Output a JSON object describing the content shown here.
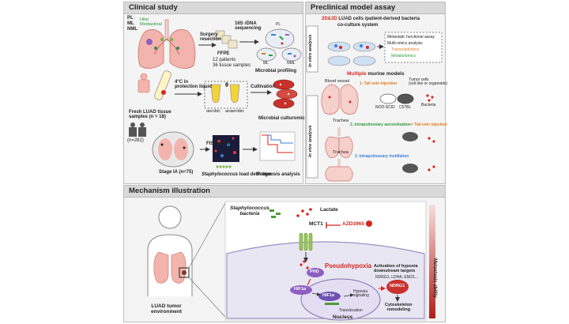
{
  "panels": {
    "clinical": "Clinical study",
    "preclinical": "Preclinical model assay",
    "mechanism": "Mechanism illustration"
  },
  "clinical": {
    "legend": {
      "pl": "PL",
      "hilar": "Hilar",
      "ml": "ML",
      "mediastinal": "Mediastinal",
      "nml": "NML"
    },
    "surgery": "Surgery\nresection",
    "ffpe": "FFPE",
    "patients": "12 patients",
    "samples": "36 tissue samples",
    "seq": "16S rDNA\nsequencing",
    "profiling": "Microbial profiling",
    "prof_pl": "PL",
    "prof_ml": "ML",
    "prof_nml": "NML",
    "protect": "4°C in\nprotection liquid",
    "fresh": "Fresh LUAD tissue\nsamples (n = 18)",
    "aerobic": "aerobic",
    "anaerobic": "anaerobic",
    "cultivation": "Cultivation",
    "culturomics": "Microbial culturomics",
    "cohort": "(n=282)",
    "fish": "FISH/qPCR",
    "stage": "Stage IA (n=75)",
    "staph_prefix": "Staphylococcus",
    "staph_suffix": " load detection",
    "prognosis": "Prognosis analysis"
  },
  "preclinical": {
    "title_a": "2D&3D",
    "title_b": " LUAD cells /patient-derived bacteria",
    "title_c": "co-culture system",
    "invitro": "In vitro analysis",
    "invivo": "In vivo analysis",
    "box_1": "Metastatic functional assay",
    "box_2": "Multi-omics analysis",
    "box_3": "Transcriptomics",
    "box_4": "Metabolomics",
    "murine_a": "Multiple",
    "murine_b": " murine models",
    "blood": "Blood vessel",
    "m1": "1. Tail vein injection",
    "tumor": "Tumor cells\n(cell line or organoids)",
    "nod": "NOD-SCID",
    "c57": "C57BL",
    "bacteria": "Bacteria",
    "trachea1": "Trachea",
    "m2a": "2. Intrapulmonary aerosolization",
    "m2b": "+ Tail vein injection",
    "trachea2": "Trachea",
    "m3": "3. Intrapulmonary instillation"
  },
  "mechanism": {
    "staph": "Staphylococcus\nbacteria",
    "lactate": "Lactate",
    "mct1": "MCT1",
    "azd": "AZD3965",
    "pseudo": "Pseudohypoxia",
    "phd": "PHD",
    "hif": "HIF1α",
    "hif2": "HIF1α",
    "hyp": "Hypoxia\nsignaling",
    "transloc": "Translocation",
    "nucleus": "Nucleus",
    "act": "Activation of hypoxia\ndownstream targets",
    "genes": "NDRG1, LDHA, ENO1...",
    "ndrg": "NDRG1",
    "cyto": "Cytoskeleton\nremodeling",
    "meta": "Metastasis ability",
    "luad": "LUAD tumor\nenvironment"
  },
  "colors": {
    "accent_red": "#d7261e",
    "orange": "#e07a1c",
    "blue": "#3b7fd6",
    "green": "#2e9a3c",
    "panel_header": "#d9d9d9"
  }
}
